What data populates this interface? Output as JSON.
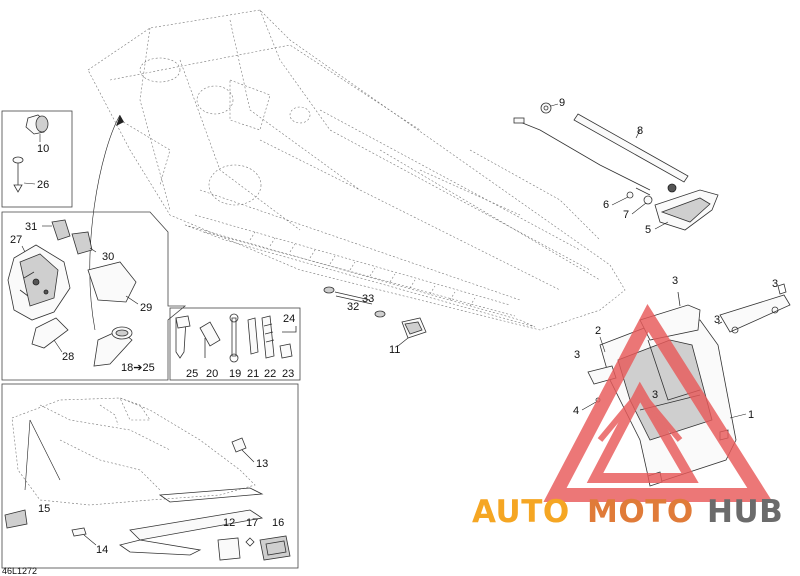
{
  "diagram_code": "46L1272",
  "watermark": {
    "part1": "AUTO",
    "part2": "MOTO",
    "part3": "HUB",
    "color_a": "#f5a623",
    "color_b": "#e07b39",
    "color_c": "#6b6b6b",
    "triangle_color": "#e85a5a"
  },
  "callouts": {
    "c1": "1",
    "c2": "2",
    "c3a": "3",
    "c3b": "3",
    "c3c": "3",
    "c3d": "3",
    "c3e": "3",
    "c4": "4",
    "c5": "5",
    "c6": "6",
    "c7": "7",
    "c8": "8",
    "c9": "9",
    "c10": "10",
    "c11": "11",
    "c12": "12",
    "c13": "13",
    "c14": "14",
    "c15": "15",
    "c16": "16",
    "c17": "17",
    "c18": "18➔25",
    "c19": "19",
    "c20": "20",
    "c21": "21",
    "c22": "22",
    "c23": "23",
    "c24": "24",
    "c25": "25",
    "c26": "26",
    "c27": "27",
    "c28": "28",
    "c29": "29",
    "c30": "30",
    "c31": "31",
    "c32": "32",
    "c33": "33"
  }
}
